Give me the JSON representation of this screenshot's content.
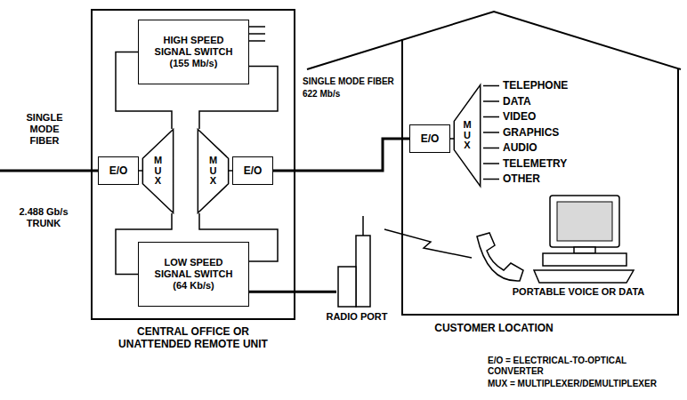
{
  "diagram": {
    "nodes": [
      {
        "text": [
          "CENTRAL OFFICE OR UNATTENDED REMOTE UNIT"
        ]
      },
      {
        "text": [
          "HIGH SPEED SIGNAL SWITCH (155 Mb/s)"
        ],
        "in": 0
      },
      {
        "text": [
          "E/O"
        ],
        "in": 0
      },
      {
        "text": [
          "MUX"
        ],
        "in": 0
      },
      {
        "text": [
          "MUX"
        ],
        "in": 0
      },
      {
        "text": [
          "E/O"
        ],
        "in": 0
      },
      {
        "text": [
          "LOW SPEED SIGNAL SWITCH (64 Kb/s)"
        ],
        "in": 0
      },
      {
        "text": [
          "RADIO PORT"
        ]
      },
      {
        "text": [
          "CUSTOMER LOCATION"
        ]
      },
      {
        "text": [
          "E/O"
        ],
        "in": 8
      },
      {
        "text": [
          "MUX"
        ],
        "in": 8
      }
    ],
    "edges": [
      {
        "from": 2,
        "to": 3,
        "arrow": "none"
      },
      {
        "from": 3,
        "to": 1,
        "arrow": "none"
      },
      {
        "from": 3,
        "to": 6,
        "arrow": "none"
      },
      {
        "from": 1,
        "to": 4,
        "arrow": "none"
      },
      {
        "from": 6,
        "to": 4,
        "arrow": "none"
      },
      {
        "from": 4,
        "to": 5,
        "arrow": "none"
      },
      {
        "from": 5,
        "to": 9,
        "arrow": "none"
      },
      {
        "from": 6,
        "to": 7,
        "arrow": "none"
      },
      {
        "from": 9,
        "to": 10,
        "arrow": "none"
      }
    ],
    "labels": [
      "SINGLE MODE FIBER",
      "2.488 Gb/s TRUNK",
      "SINGLE MODE FIBER",
      "622 Mb/s",
      "TELEPHONE",
      "DATA",
      "VIDEO",
      "GRAPHICS",
      "AUDIO",
      "TELEMETRY",
      "OTHER",
      "PORTABLE VOICE OR DATA"
    ],
    "legend": [
      {
        "text": "E/O = ELECTRICAL-TO-OPTICAL CONVERTER"
      },
      {
        "text": "MUX = MULTIPLEXER/DEMULTIPLEXER"
      }
    ]
  }
}
